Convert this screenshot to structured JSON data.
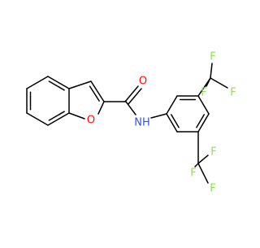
{
  "atom_labels": {
    "ring_oxygen": "O",
    "carbonyl_oxygen": "O",
    "amide_nh": "NH",
    "cf3_top": {
      "f1": "F",
      "f2": "F",
      "f3": "F"
    },
    "cf3_bottom": {
      "f1": "F",
      "f2": "F",
      "f3": "F"
    }
  },
  "colors": {
    "bond": "#000000",
    "oxygen": "#ff0d0d",
    "nitrogen": "#3050f8",
    "fluorine": "#90e050"
  }
}
